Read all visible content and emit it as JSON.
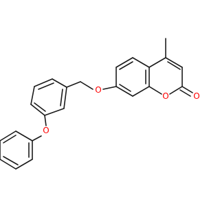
{
  "molecule": {
    "name": "",
    "atom_labels": [
      {
        "id": "O_ether",
        "text": "O"
      },
      {
        "id": "O_ring",
        "text": "O"
      },
      {
        "id": "O_carbonyl",
        "text": "O"
      },
      {
        "id": "O_phenoxy",
        "text": "O"
      }
    ]
  },
  "colors": {
    "bond": "#1a1a1a",
    "oxygen": "#ff0000",
    "background": "#ffffff"
  }
}
